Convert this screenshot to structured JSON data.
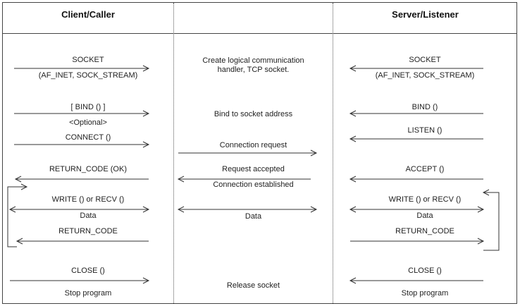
{
  "header": {
    "client": "Client/Caller",
    "middle": "",
    "server": "Server/Listener"
  },
  "client": {
    "socket": "SOCKET",
    "socket_args": "(AF_INET, SOCK_STREAM)",
    "bind": "[ BIND () ]",
    "bind_optional": "<Optional>",
    "connect": "CONNECT ()",
    "return_ok": "RETURN_CODE (OK)",
    "write_recv": "WRITE () or RECV ()",
    "data": "Data",
    "return_code": "RETURN_CODE",
    "close": "CLOSE ()",
    "stop": "Stop program"
  },
  "middle": {
    "create_1": "Create logical communication",
    "create_2": "handler, TCP socket.",
    "bind_addr": "Bind to socket address",
    "conn_request": "Connection request",
    "req_accepted": "Request accepted",
    "conn_established": "Connection established",
    "data": "Data",
    "release": "Release socket"
  },
  "server": {
    "socket": "SOCKET",
    "socket_args": "(AF_INET, SOCK_STREAM)",
    "bind": "BIND ()",
    "listen": "LISTEN ()",
    "accept": "ACCEPT ()",
    "write_recv": "WRITE () or RECV ()",
    "data": "Data",
    "return_code": "RETURN_CODE",
    "close": "CLOSE ()",
    "stop": "Stop program"
  }
}
